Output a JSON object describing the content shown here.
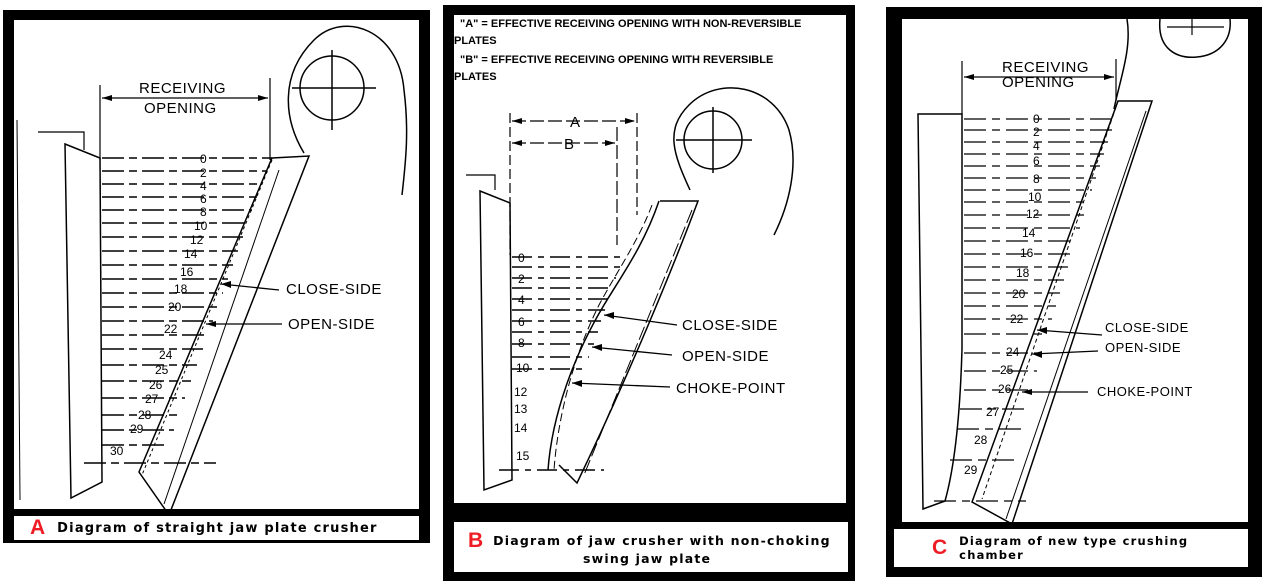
{
  "colors": {
    "panel_letter": "#ee1c25",
    "frame": "#000000",
    "background": "#ffffff"
  },
  "panels": [
    {
      "letter": "A",
      "caption": "Diagram of straight jaw plate crusher",
      "dimension_label_line1": "RECEIVING",
      "dimension_label_line2": "OPENING",
      "scale_labels": [
        "0",
        "2",
        "4",
        "6",
        "8",
        "10",
        "12",
        "14",
        "16",
        "18",
        "20",
        "22",
        "24",
        "25",
        "26",
        "27",
        "28",
        "29",
        "30"
      ],
      "callouts": [
        "CLOSE-SIDE",
        "OPEN-SIDE"
      ]
    },
    {
      "letter": "B",
      "caption_line1": "Diagram of jaw crusher with non-choking",
      "caption_line2": "swing jaw plate",
      "note_a_line1": "\"A\" = EFFECTIVE RECEIVING OPENING WITH NON-REVERSIBLE",
      "note_a_line2": "PLATES",
      "note_b_line1": "\"B\" = EFFECTIVE RECEIVING OPENING WITH REVERSIBLE",
      "note_b_line2": "PLATES",
      "dim_a": "A",
      "dim_b": "B",
      "scale_labels": [
        "0",
        "2",
        "4",
        "6",
        "8",
        "10",
        "12",
        "13",
        "14",
        "15"
      ],
      "callouts": [
        "CLOSE-SIDE",
        "OPEN-SIDE",
        "CHOKE-POINT"
      ]
    },
    {
      "letter": "C",
      "caption": "Diagram of new type crushing chamber",
      "dimension_label_line1": "RECEIVING",
      "dimension_label_line2": "OPENING",
      "scale_labels": [
        "0",
        "2",
        "4",
        "6",
        "8",
        "10",
        "12",
        "14",
        "16",
        "18",
        "20",
        "22",
        "24",
        "25",
        "26",
        "27",
        "28",
        "29"
      ],
      "callouts": [
        "CLOSE-SIDE",
        "OPEN-SIDE",
        "CHOKE-POINT"
      ]
    }
  ]
}
